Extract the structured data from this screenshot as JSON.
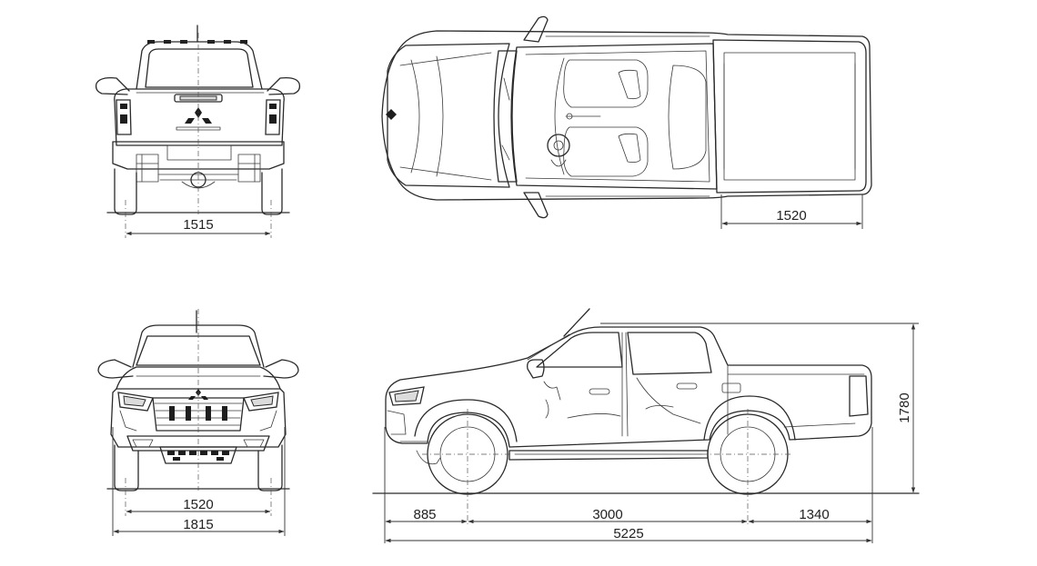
{
  "drawing": {
    "views": [
      {
        "id": "rear-view",
        "dimensions": [
          {
            "id": "rear-track",
            "label": "1515"
          }
        ]
      },
      {
        "id": "top-view",
        "dimensions": [
          {
            "id": "bed-length",
            "label": "1520"
          }
        ]
      },
      {
        "id": "front-view",
        "dimensions": [
          {
            "id": "front-track",
            "label": "1520"
          },
          {
            "id": "overall-width",
            "label": "1815"
          }
        ]
      },
      {
        "id": "side-view",
        "dimensions": [
          {
            "id": "front-overhang",
            "label": "885"
          },
          {
            "id": "wheelbase",
            "label": "3000"
          },
          {
            "id": "rear-overhang",
            "label": "1340"
          },
          {
            "id": "overall-length",
            "label": "5225"
          },
          {
            "id": "overall-height",
            "label": "1780"
          }
        ]
      }
    ]
  }
}
